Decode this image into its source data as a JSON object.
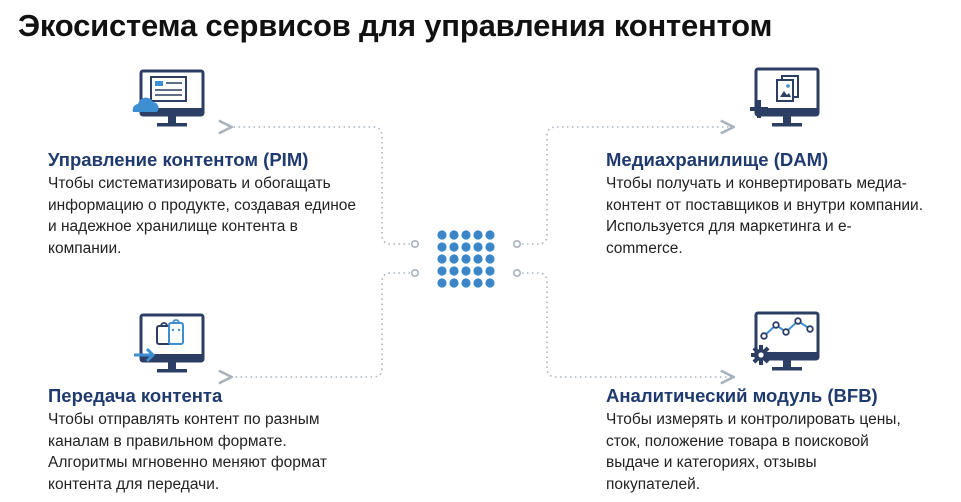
{
  "page": {
    "title": "Экосистема сервисов для управления контентом"
  },
  "nodes": {
    "pim": {
      "title": "Управление контентом (PIM)",
      "lines": [
        "Чтобы систематизировать и обогащать",
        "информацию о продукте, создавая единое",
        "и  надежное хранилище контента в",
        "компании."
      ],
      "icon": "monitor-cloud-icon"
    },
    "dam": {
      "title": "Медиахранилище (DAM)",
      "lines": [
        "Чтобы получать и конвертировать медиа-",
        "контент  от поставщиков и внутри компании.",
        "Используется для маркетинга и e-",
        "commerce."
      ],
      "icon": "monitor-media-add-icon"
    },
    "transfer": {
      "title": "Передача контента",
      "lines": [
        "Чтобы отправлять контент по разным",
        "каналам в  правильном формате.",
        "Алгоритмы мгновенно меняют формат",
        "контента для передачи."
      ],
      "icon": "monitor-arrow-bags-icon"
    },
    "bfb": {
      "title": "Аналитический модуль (BFB)",
      "lines": [
        "Чтобы измерять и контролировать цены,",
        "сток,  положение товара в поисковой",
        "выдаче и категориях, отзывы",
        "покупателей."
      ],
      "icon": "monitor-chart-gear-icon"
    }
  },
  "hub": {
    "icon": "dot-grid-hub-icon"
  },
  "colors": {
    "icon_navy": "#2c3e63",
    "icon_blue": "#3d8fd1",
    "hub_blue": "#3a86c8",
    "connector": "#a8b3bd",
    "heading": "#1f3a6e",
    "body": "#222222"
  }
}
